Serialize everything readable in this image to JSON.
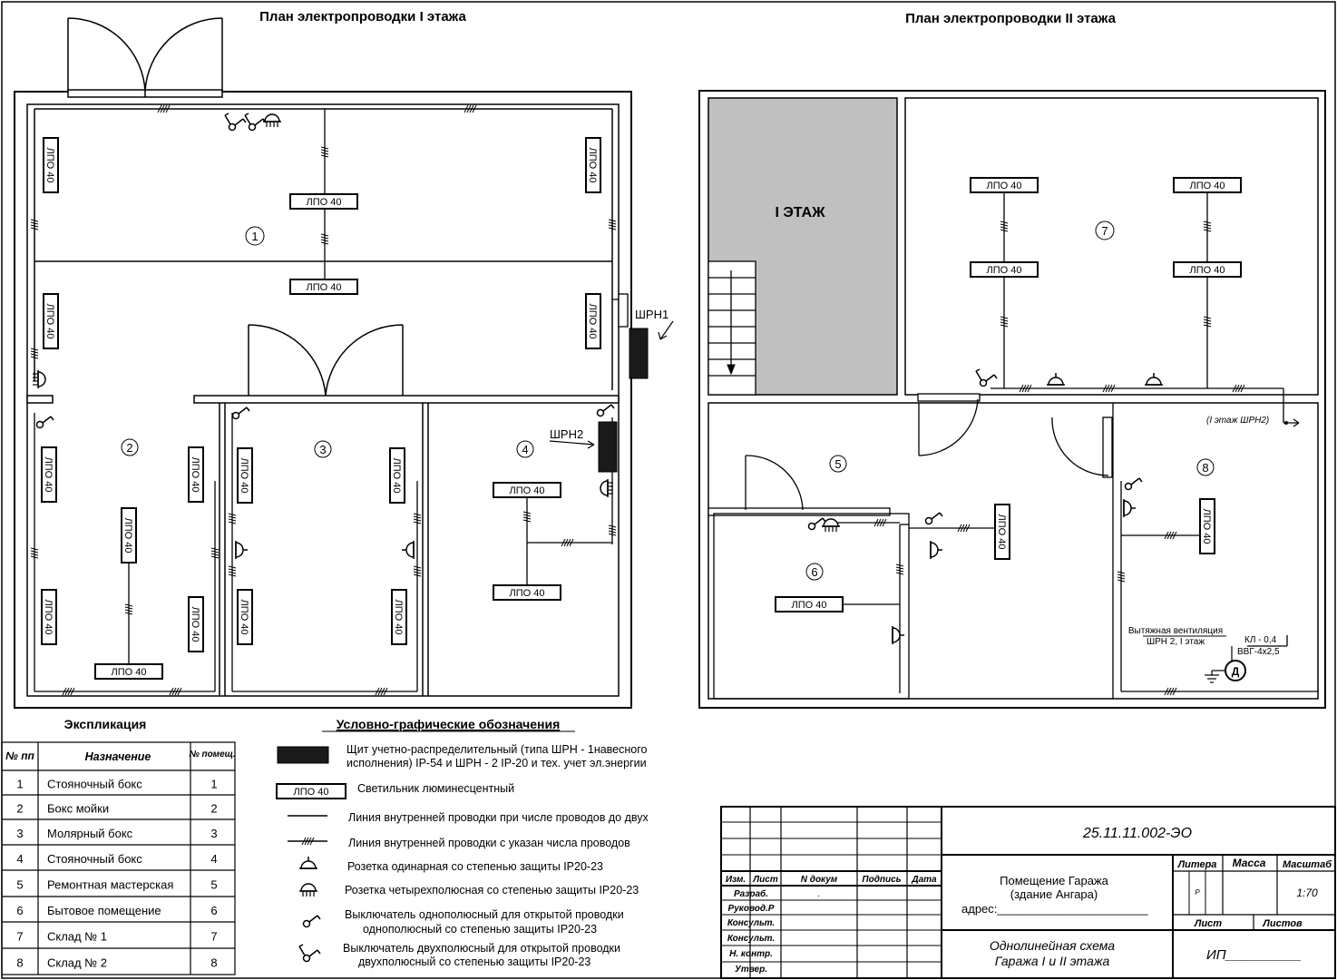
{
  "titles": {
    "floor1": "План электропроводки I этажа",
    "floor2": "План электропроводки II этажа"
  },
  "lamp_label": "ЛПО 40",
  "panels": {
    "shrn1": "ШРН1",
    "shrn2": "ШРН2",
    "floor2_ref": "(I этаж ШРН2)"
  },
  "floor2_stair_label": "I ЭТАЖ",
  "rooms": [
    "1",
    "2",
    "3",
    "4",
    "5",
    "6",
    "7",
    "8"
  ],
  "ventilation": {
    "label1": "Вытяжная вентиляция",
    "label2": "ШРН 2, I этаж",
    "cable1": "КЛ - 0,4",
    "cable2": "ВВГ-4х2,5",
    "motor": "Д"
  },
  "explication": {
    "title": "Экспликация",
    "headers": [
      "№ пп",
      "Назначение",
      "№ помещ."
    ],
    "rows": [
      {
        "n": "1",
        "name": "Стояночный бокс",
        "room": "1"
      },
      {
        "n": "2",
        "name": "Бокс мойки",
        "room": "2"
      },
      {
        "n": "3",
        "name": "Молярный бокс",
        "room": "3"
      },
      {
        "n": "4",
        "name": "Стояночный бокс",
        "room": "4"
      },
      {
        "n": "5",
        "name": "Ремонтная мастерская",
        "room": "5"
      },
      {
        "n": "6",
        "name": "Бытовое помещение",
        "room": "6"
      },
      {
        "n": "7",
        "name": "Склад № 1",
        "room": "7"
      },
      {
        "n": "8",
        "name": "Склад № 2",
        "room": "8"
      }
    ]
  },
  "legend": {
    "title": "Условно-графические обозначения",
    "items": [
      {
        "id": "panel",
        "text1": "Щит учетно-распределительный (типа ШРН - 1навесного",
        "text2": "исполнения) IP-54 и ШРН - 2 IP-20 и тех. учет эл.энергии"
      },
      {
        "id": "lamp",
        "text1": "Светильник люминесцентный",
        "text2": ""
      },
      {
        "id": "line2",
        "text1": "Линия внутренней проводки при числе проводов до двух",
        "text2": ""
      },
      {
        "id": "linen",
        "text1": "Линия внутренней проводки с указан числа проводов",
        "text2": ""
      },
      {
        "id": "socket1",
        "text1": "Розетка одинарная со степенью защиты IP20-23",
        "text2": ""
      },
      {
        "id": "socket4",
        "text1": "Розетка четырехполюсная со степенью защиты IP20-23",
        "text2": ""
      },
      {
        "id": "switch1",
        "text1": "Выключатель однополюсный для открытой проводки",
        "text2": "однополюсный со степенью защиты IP20-23"
      },
      {
        "id": "switch2",
        "text1": "Выключатель двухполюсный для открытой проводки",
        "text2": "двухполюсный со степенью защиты IP20-23"
      }
    ]
  },
  "stamp": {
    "code": "25.11.11.002-ЭО",
    "object1": "Помещение Гаража",
    "object2": "(здание Ангара)",
    "address": "адрес:_______________________",
    "sheet1": "Однолинейная схема",
    "sheet2": "Гаража I и II этажа",
    "company": "ИП__________",
    "cols": [
      "Изм.",
      "Лист",
      "N докум",
      "Подпись",
      "Дата"
    ],
    "roles": [
      "Разраб.",
      "Руковод.Р",
      "Консульт.",
      "Консульт.",
      "Н. контр.",
      "Утвер."
    ],
    "dot": ".",
    "litera": "Литера",
    "massa": "Масса",
    "masshtab": "Масштаб",
    "litera_val": "Р",
    "scale": "1:70",
    "list": "Лист",
    "listov": "Листов"
  }
}
